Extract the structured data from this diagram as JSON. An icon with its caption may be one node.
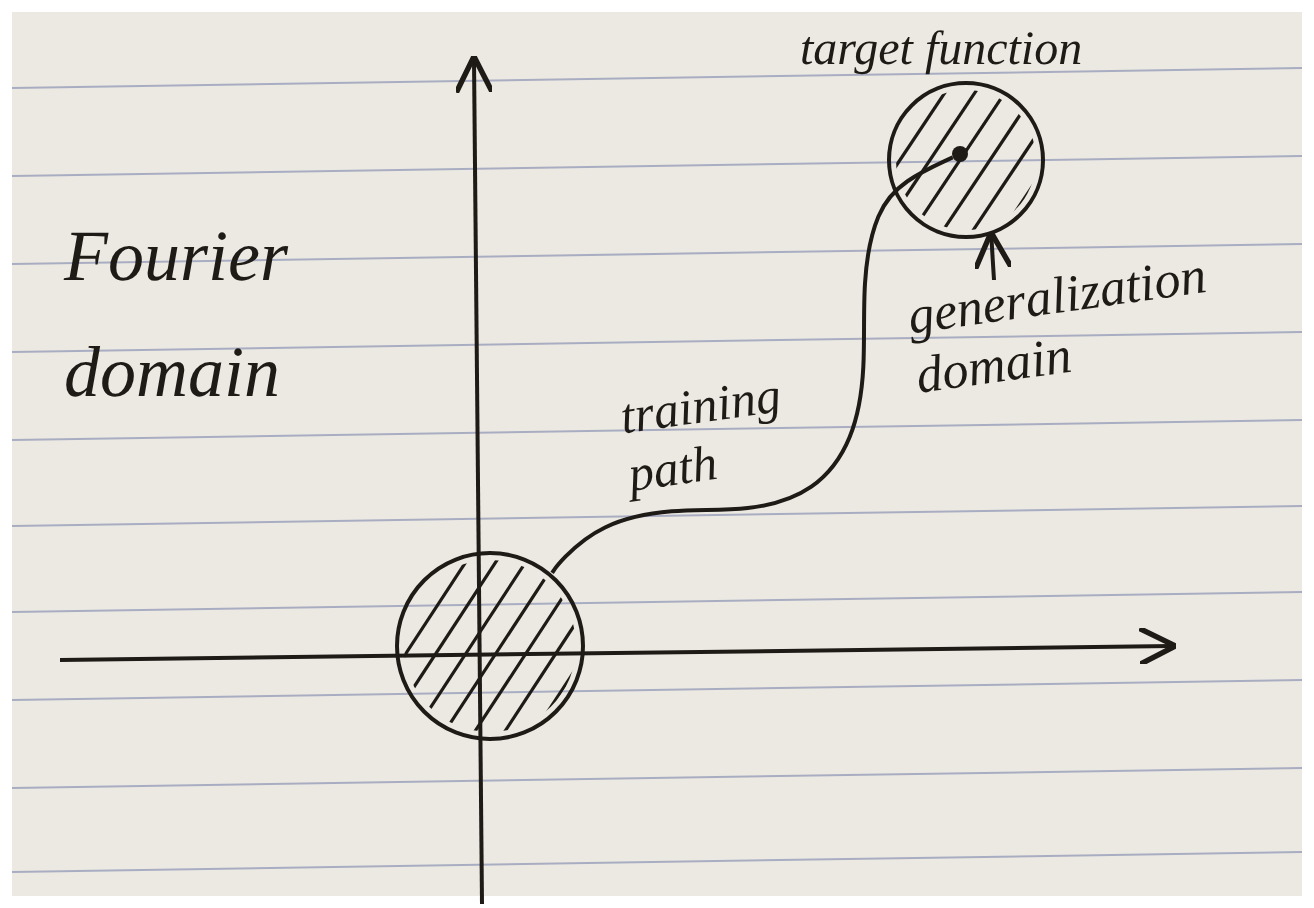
{
  "diagram": {
    "nodes": [
      {
        "text": [],
        "shape": "circle"
      },
      {
        "text": [],
        "shape": "circle"
      },
      {
        "text": [],
        "shape": "circle",
        "in": 1
      },
      {
        "text": [
          "generalization domain"
        ]
      }
    ],
    "edges": [
      {
        "from": 0,
        "to": 2,
        "arrow": "none",
        "label": "training path"
      },
      {
        "from": 3,
        "to": 1,
        "arrow": "to"
      }
    ],
    "labels": [
      "target function",
      "Fourier domain"
    ]
  }
}
